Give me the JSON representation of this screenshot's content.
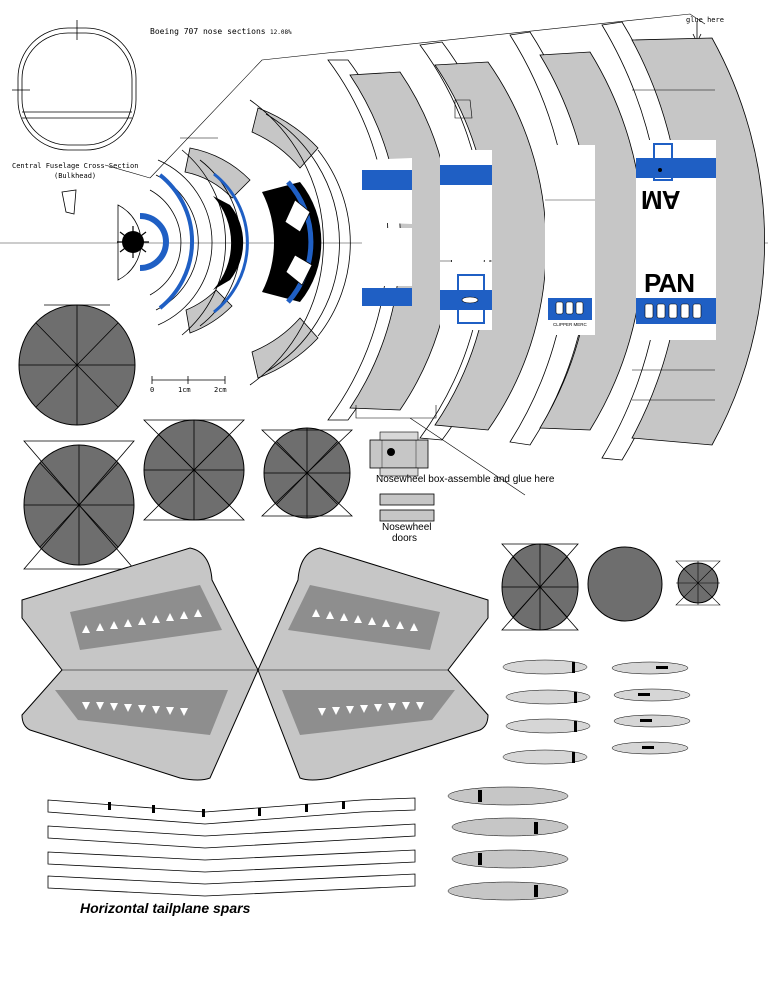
{
  "title": "Boeing 707 nose sections",
  "scale": "12.08%",
  "glue_note": "glue here",
  "bulkhead_label_line1": "Central Fuselage Cross Section",
  "bulkhead_label_line2": "(Bulkhead)",
  "scale_bar": {
    "t0": "0",
    "t1": "1cm",
    "t2": "2cm"
  },
  "nosewheel_box_label": "Nosewheel box-assemble and glue here",
  "nosewheel_doors_line1": "Nosewheel",
  "nosewheel_doors_line2": "doors",
  "tailplane_spars_label": "Horizontal tailplane spars",
  "livery": {
    "word_top": "AM",
    "word_bottom": "PAN",
    "clipper_small": "CLIPPER MERC"
  },
  "colors": {
    "fill_grey": "#c6c6c6",
    "disc_grey": "#6e6e6e",
    "livery_blue": "#1f5fc4",
    "ink": "#000000"
  }
}
